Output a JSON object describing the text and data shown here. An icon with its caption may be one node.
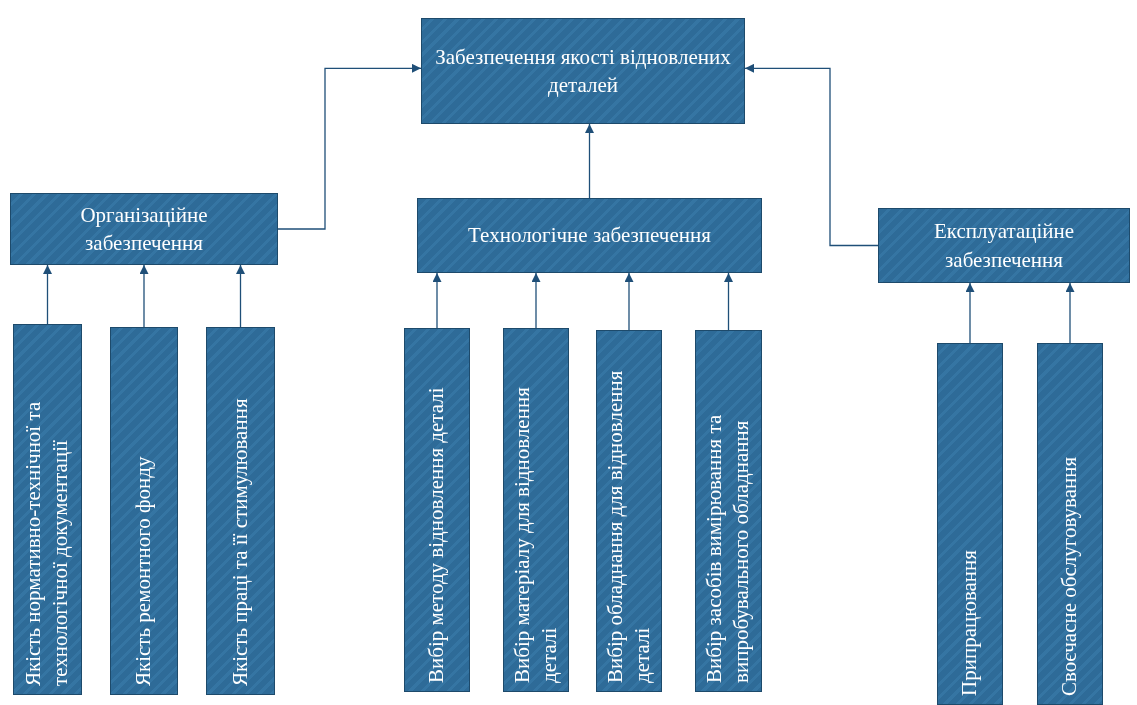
{
  "diagram": {
    "nodes": [
      {
        "text": [
          "Забезпечення якості відновлених деталей"
        ]
      },
      {
        "text": [
          "Організаційне забезпечення"
        ]
      },
      {
        "text": [
          "Технологічне забезпечення"
        ]
      },
      {
        "text": [
          "Експлуатаційне забезпечення"
        ]
      },
      {
        "text": [
          "Якість нормативно-технічної та технологічної документації"
        ]
      },
      {
        "text": [
          "Якість ремонтного фонду"
        ]
      },
      {
        "text": [
          "Якість праці та її стимулювання"
        ]
      },
      {
        "text": [
          "Вибір методу відновлення деталі"
        ]
      },
      {
        "text": [
          "Вибір матеріалу для відновлення деталі"
        ]
      },
      {
        "text": [
          "Вибір обладнання для відновлення деталі"
        ]
      },
      {
        "text": [
          "Вибір засобів вимірювання та випробувального обладнання"
        ]
      },
      {
        "text": [
          "Припрацювання"
        ]
      },
      {
        "text": [
          "Своєчасне обслуговування"
        ]
      }
    ],
    "edges": [
      {
        "from": 1,
        "to": 0,
        "arrow": "to"
      },
      {
        "from": 2,
        "to": 0,
        "arrow": "to"
      },
      {
        "from": 3,
        "to": 0,
        "arrow": "to"
      },
      {
        "from": 4,
        "to": 1,
        "arrow": "to"
      },
      {
        "from": 5,
        "to": 1,
        "arrow": "to"
      },
      {
        "from": 6,
        "to": 1,
        "arrow": "to"
      },
      {
        "from": 7,
        "to": 2,
        "arrow": "to"
      },
      {
        "from": 8,
        "to": 2,
        "arrow": "to"
      },
      {
        "from": 9,
        "to": 2,
        "arrow": "to"
      },
      {
        "from": 10,
        "to": 2,
        "arrow": "to"
      },
      {
        "from": 11,
        "to": 3,
        "arrow": "to"
      },
      {
        "from": 12,
        "to": 3,
        "arrow": "to"
      }
    ]
  }
}
